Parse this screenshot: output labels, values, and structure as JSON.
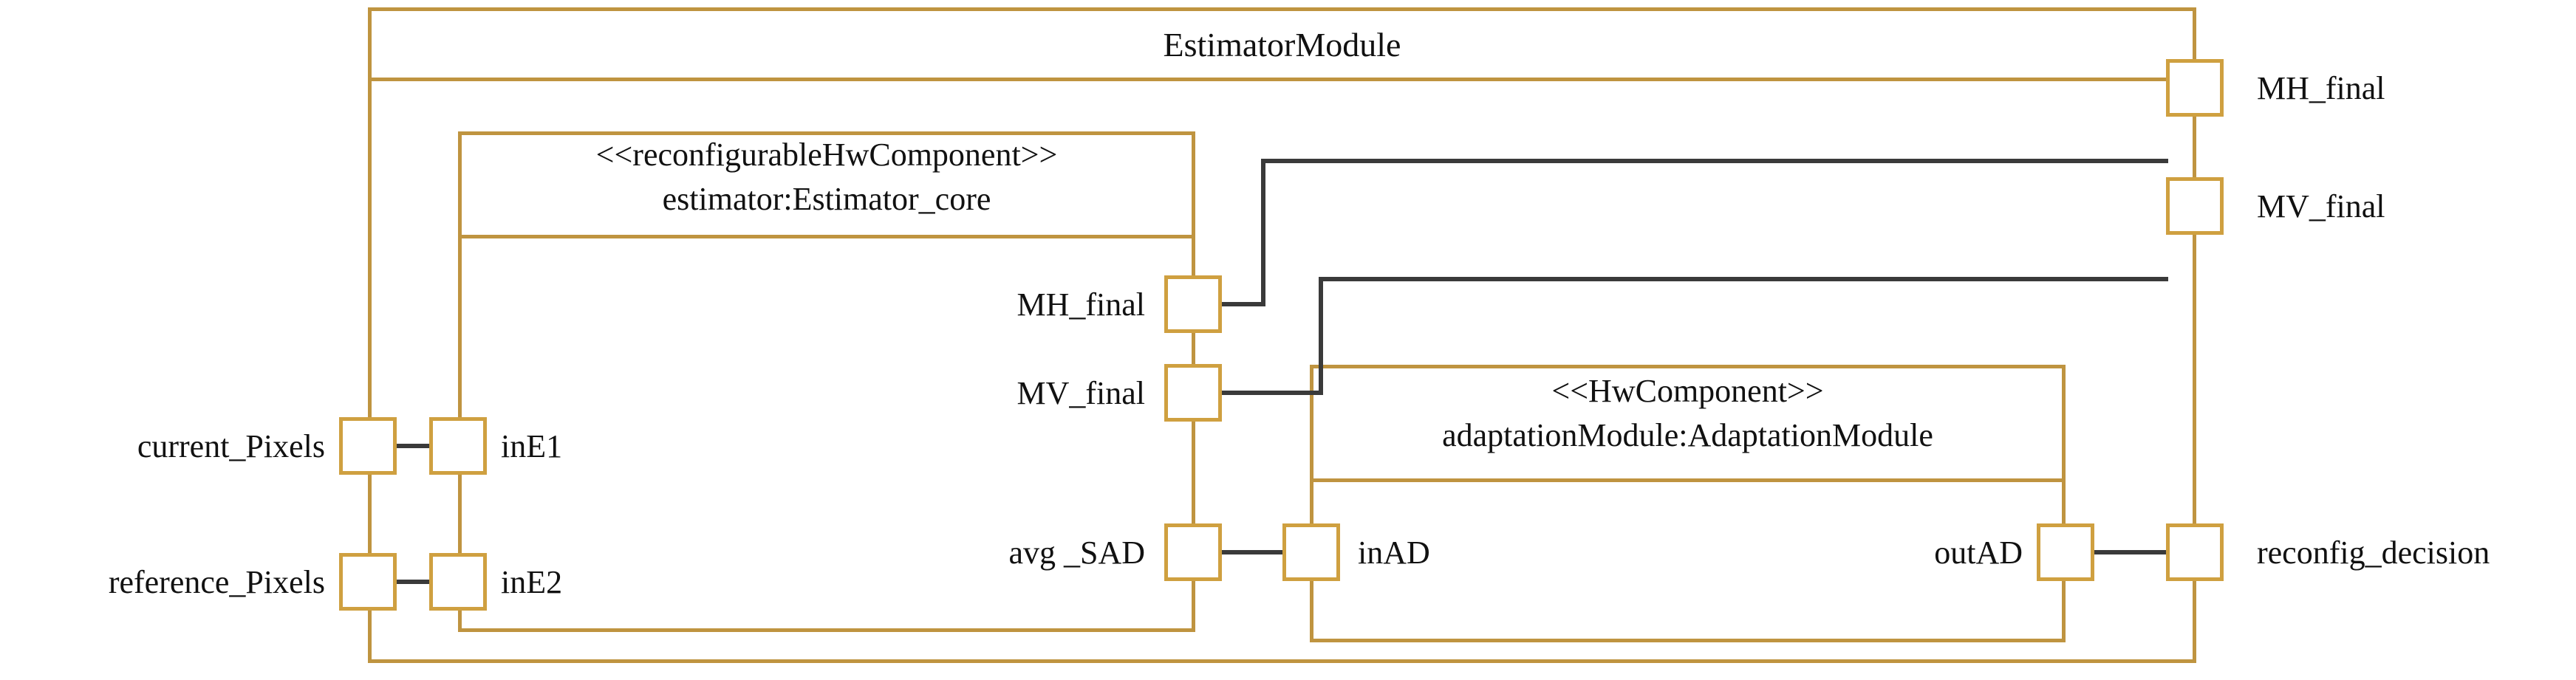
{
  "diagram": {
    "kind": "uml-composite-structure",
    "colors": {
      "component_border": "#bf9440",
      "port_border": "#cfa040",
      "connector": "#3a3a3a",
      "background": "#ffffff",
      "text": "#111111"
    }
  },
  "outer_module": {
    "name": "EstimatorModule"
  },
  "estimator_core": {
    "stereotype": "<<reconfigurableHwComponent>>",
    "instance": "estimator:Estimator_core",
    "ports": {
      "in1": "inE1",
      "in2": "inE2",
      "out_mh": "MH_final",
      "out_mv": "MV_final",
      "out_sad": "avg _SAD"
    }
  },
  "adaptation_module": {
    "stereotype": "<<HwComponent>>",
    "instance": "adaptationModule:AdaptationModule",
    "ports": {
      "in": "inAD",
      "out": "outAD"
    }
  },
  "external_ports": {
    "current_pixels": "current_Pixels",
    "reference_pixels": "reference_Pixels",
    "mh_final": "MH_final",
    "mv_final": "MV_final",
    "reconfig_decision": "reconfig_decision"
  }
}
